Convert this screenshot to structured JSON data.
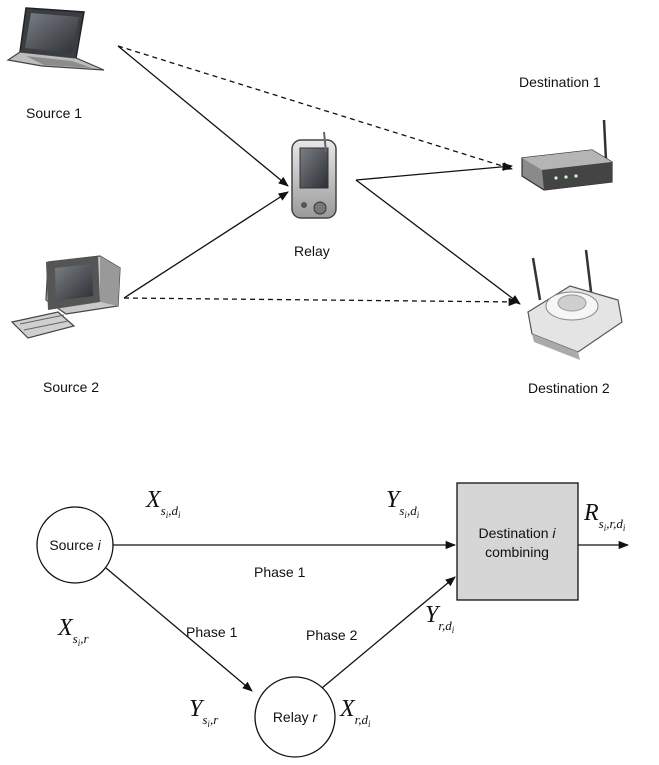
{
  "top_diagram": {
    "source1_label": "Source 1",
    "source2_label": "Source 2",
    "relay_label": "Relay",
    "dest1_label": "Destination 1",
    "dest2_label": "Destination 2"
  },
  "bottom_diagram": {
    "source_node": {
      "text": "Source ",
      "index": "i"
    },
    "relay_node": {
      "text": "Relay ",
      "index": "r"
    },
    "dest_box": {
      "line1": "Destination ",
      "line1_index": "i",
      "line2": "combining"
    },
    "phase_direct": "Phase 1",
    "phase_src_relay": "Phase 1",
    "phase_relay_dest": "Phase 2",
    "symbols": {
      "x_sd": {
        "base": "X",
        "sub": "s",
        "subsub": "i",
        "sub2": ",d",
        "sub2sub": "i"
      },
      "y_sd": {
        "base": "Y",
        "sub": "s",
        "subsub": "i",
        "sub2": ",d",
        "sub2sub": "i"
      },
      "r_out": {
        "base": "R",
        "sub": "s",
        "subsub": "i",
        "sub2": ",r,d",
        "sub2sub": "i"
      },
      "x_sr": {
        "base": "X",
        "sub": "s",
        "subsub": "i",
        "sub2": ",r",
        "sub2sub": ""
      },
      "y_rd": {
        "base": "Y",
        "sub": "r,d",
        "subsub": "i",
        "sub2": "",
        "sub2sub": ""
      },
      "y_sr": {
        "base": "Y",
        "sub": "s",
        "subsub": "i",
        "sub2": ",r",
        "sub2sub": ""
      },
      "x_rd": {
        "base": "X",
        "sub": "r,d",
        "subsub": "i",
        "sub2": "",
        "sub2sub": ""
      }
    }
  },
  "colors": {
    "dest_box_fill": "#d6d6d6",
    "line": "#111111"
  }
}
